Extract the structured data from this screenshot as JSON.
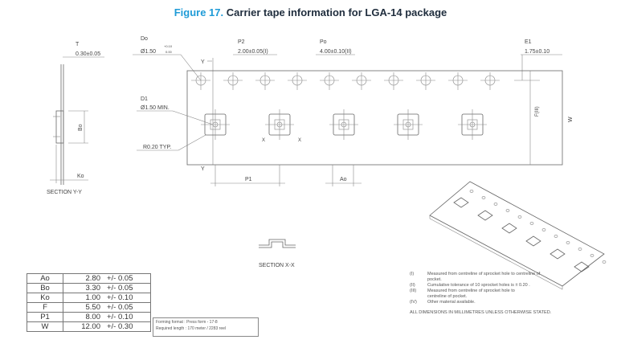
{
  "title": {
    "figure": "Figure 17.",
    "text": "Carrier tape information for LGA-14 package"
  },
  "drawing": {
    "t_label": "T",
    "t_value": "0.30±0.05",
    "do_label": "Do",
    "do_value": "Ø1.50",
    "do_tol_plus": "+0.10",
    "do_tol_minus": "0.00",
    "p2_label": "P2",
    "p2_value": "2.00±0.05(I)",
    "po_label": "Po",
    "po_value": "4.00±0.10(II)",
    "e1_label": "E1",
    "e1_value": "1.75±0.10",
    "d1_label": "D1",
    "d1_value": "Ø1.50 MIN.",
    "r_value": "R0.20 TYP.",
    "f_label": "F(III)",
    "w_label": "W",
    "p1_label": "P1",
    "ao_label": "Ao",
    "bo_label": "Bo",
    "ko_label": "Ko",
    "y_label": "Y",
    "x_label": "X",
    "section_yy": "SECTION Y-Y",
    "section_xx": "SECTION X-X"
  },
  "dimensions_table": [
    {
      "key": "Ao",
      "value": "2.80",
      "tol": "+/- 0.05"
    },
    {
      "key": "Bo",
      "value": "3.30",
      "tol": "+/- 0.05"
    },
    {
      "key": "Ko",
      "value": "1.00",
      "tol": "+/- 0.10"
    },
    {
      "key": "F",
      "value": "5.50",
      "tol": "+/- 0.05"
    },
    {
      "key": "P1",
      "value": "8.00",
      "tol": "+/- 0.10"
    },
    {
      "key": "W",
      "value": "12.00",
      "tol": "+/- 0.30"
    }
  ],
  "forming": {
    "line1": "Forming format : Press form - 17-8",
    "line2": "Required length : 170 meter / 2283 reel"
  },
  "notes": [
    {
      "ref": "(I)",
      "text": "Measured from centreline of sprocket hole to centreline of pocket."
    },
    {
      "ref": "(II)",
      "text": "Cumulative tolerance of 10 sprocket holes is ± 0.20 ."
    },
    {
      "ref": "(III)",
      "text": "Measured from centreline of sprocket hole to centreline of pocket."
    },
    {
      "ref": "(IV)",
      "text": "Other material available."
    }
  ],
  "all_dims": "ALL DIMENSIONS IN MILLIMETRES UNLESS OTHERWISE STATED."
}
